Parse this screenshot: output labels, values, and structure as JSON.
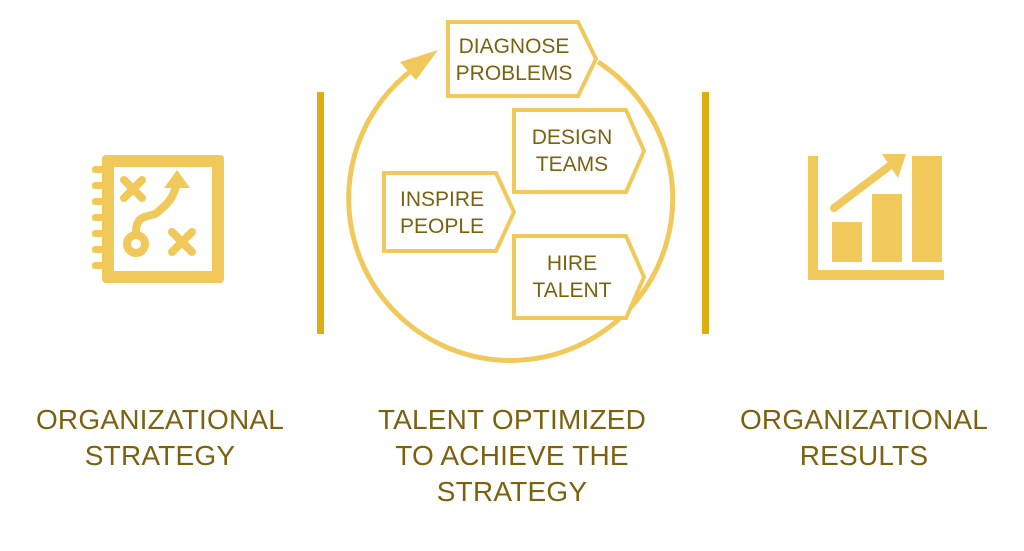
{
  "colors": {
    "gold": "#f1c95a",
    "divider": "#e0ad10",
    "caption": "#7a6210",
    "box_text": "#7a6210"
  },
  "icons": {
    "left": "strategy-notebook-icon",
    "right": "growth-bar-chart-icon",
    "cycle": "circular-arrow-icon"
  },
  "boxes": {
    "diagnose": {
      "line1": "DIAGNOSE",
      "line2": "PROBLEMS"
    },
    "design": {
      "line1": "DESIGN",
      "line2": "TEAMS"
    },
    "inspire": {
      "line1": "INSPIRE",
      "line2": "PEOPLE"
    },
    "hire": {
      "line1": "HIRE",
      "line2": "TALENT"
    }
  },
  "captions": {
    "left": {
      "line1": "ORGANIZATIONAL",
      "line2": "STRATEGY"
    },
    "center": {
      "line1": "TALENT OPTIMIZED",
      "line2": "TO ACHIEVE THE",
      "line3": "STRATEGY"
    },
    "right": {
      "line1": "ORGANIZATIONAL",
      "line2": "RESULTS"
    }
  }
}
